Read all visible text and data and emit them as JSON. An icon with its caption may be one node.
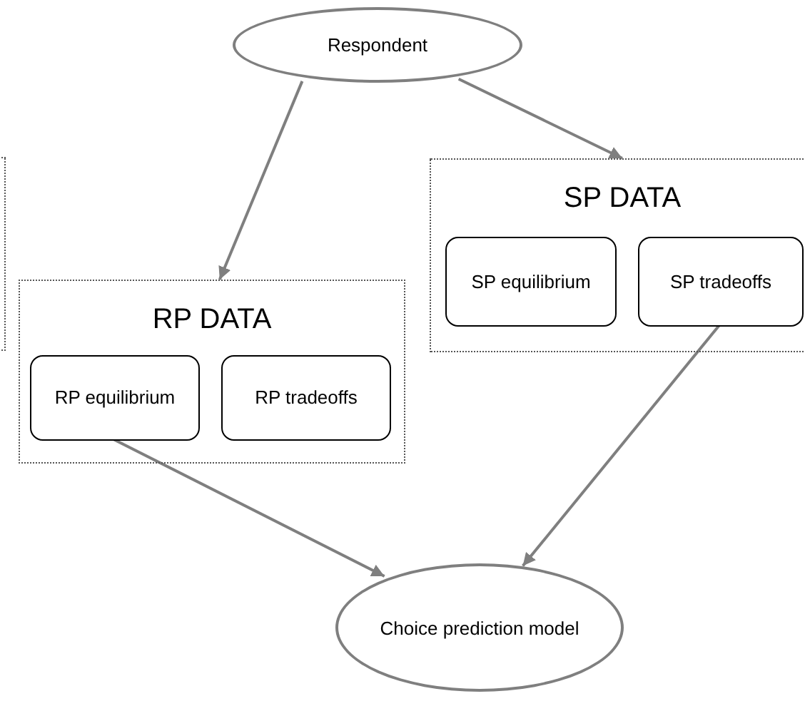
{
  "diagram": {
    "nodes": [
      {
        "text": [
          "Respondent"
        ]
      },
      {
        "text": [],
        "shape": "box"
      },
      {
        "text": [
          "SP DATA"
        ]
      },
      {
        "text": [
          "SP equilibrium"
        ],
        "in": 2
      },
      {
        "text": [
          "SP tradeoffs"
        ],
        "in": 2
      },
      {
        "text": [
          "RP DATA"
        ]
      },
      {
        "text": [
          "RP equilibrium"
        ],
        "in": 5
      },
      {
        "text": [
          "RP tradeoffs"
        ],
        "in": 5
      },
      {
        "text": [
          "Choice prediction model"
        ]
      }
    ],
    "edges": [
      {
        "from": 0,
        "to": 5,
        "arrow": "to"
      },
      {
        "from": 0,
        "to": 2,
        "arrow": "to"
      },
      {
        "from": 6,
        "to": 8,
        "arrow": "to"
      },
      {
        "from": 4,
        "to": 8,
        "arrow": "to"
      }
    ]
  }
}
